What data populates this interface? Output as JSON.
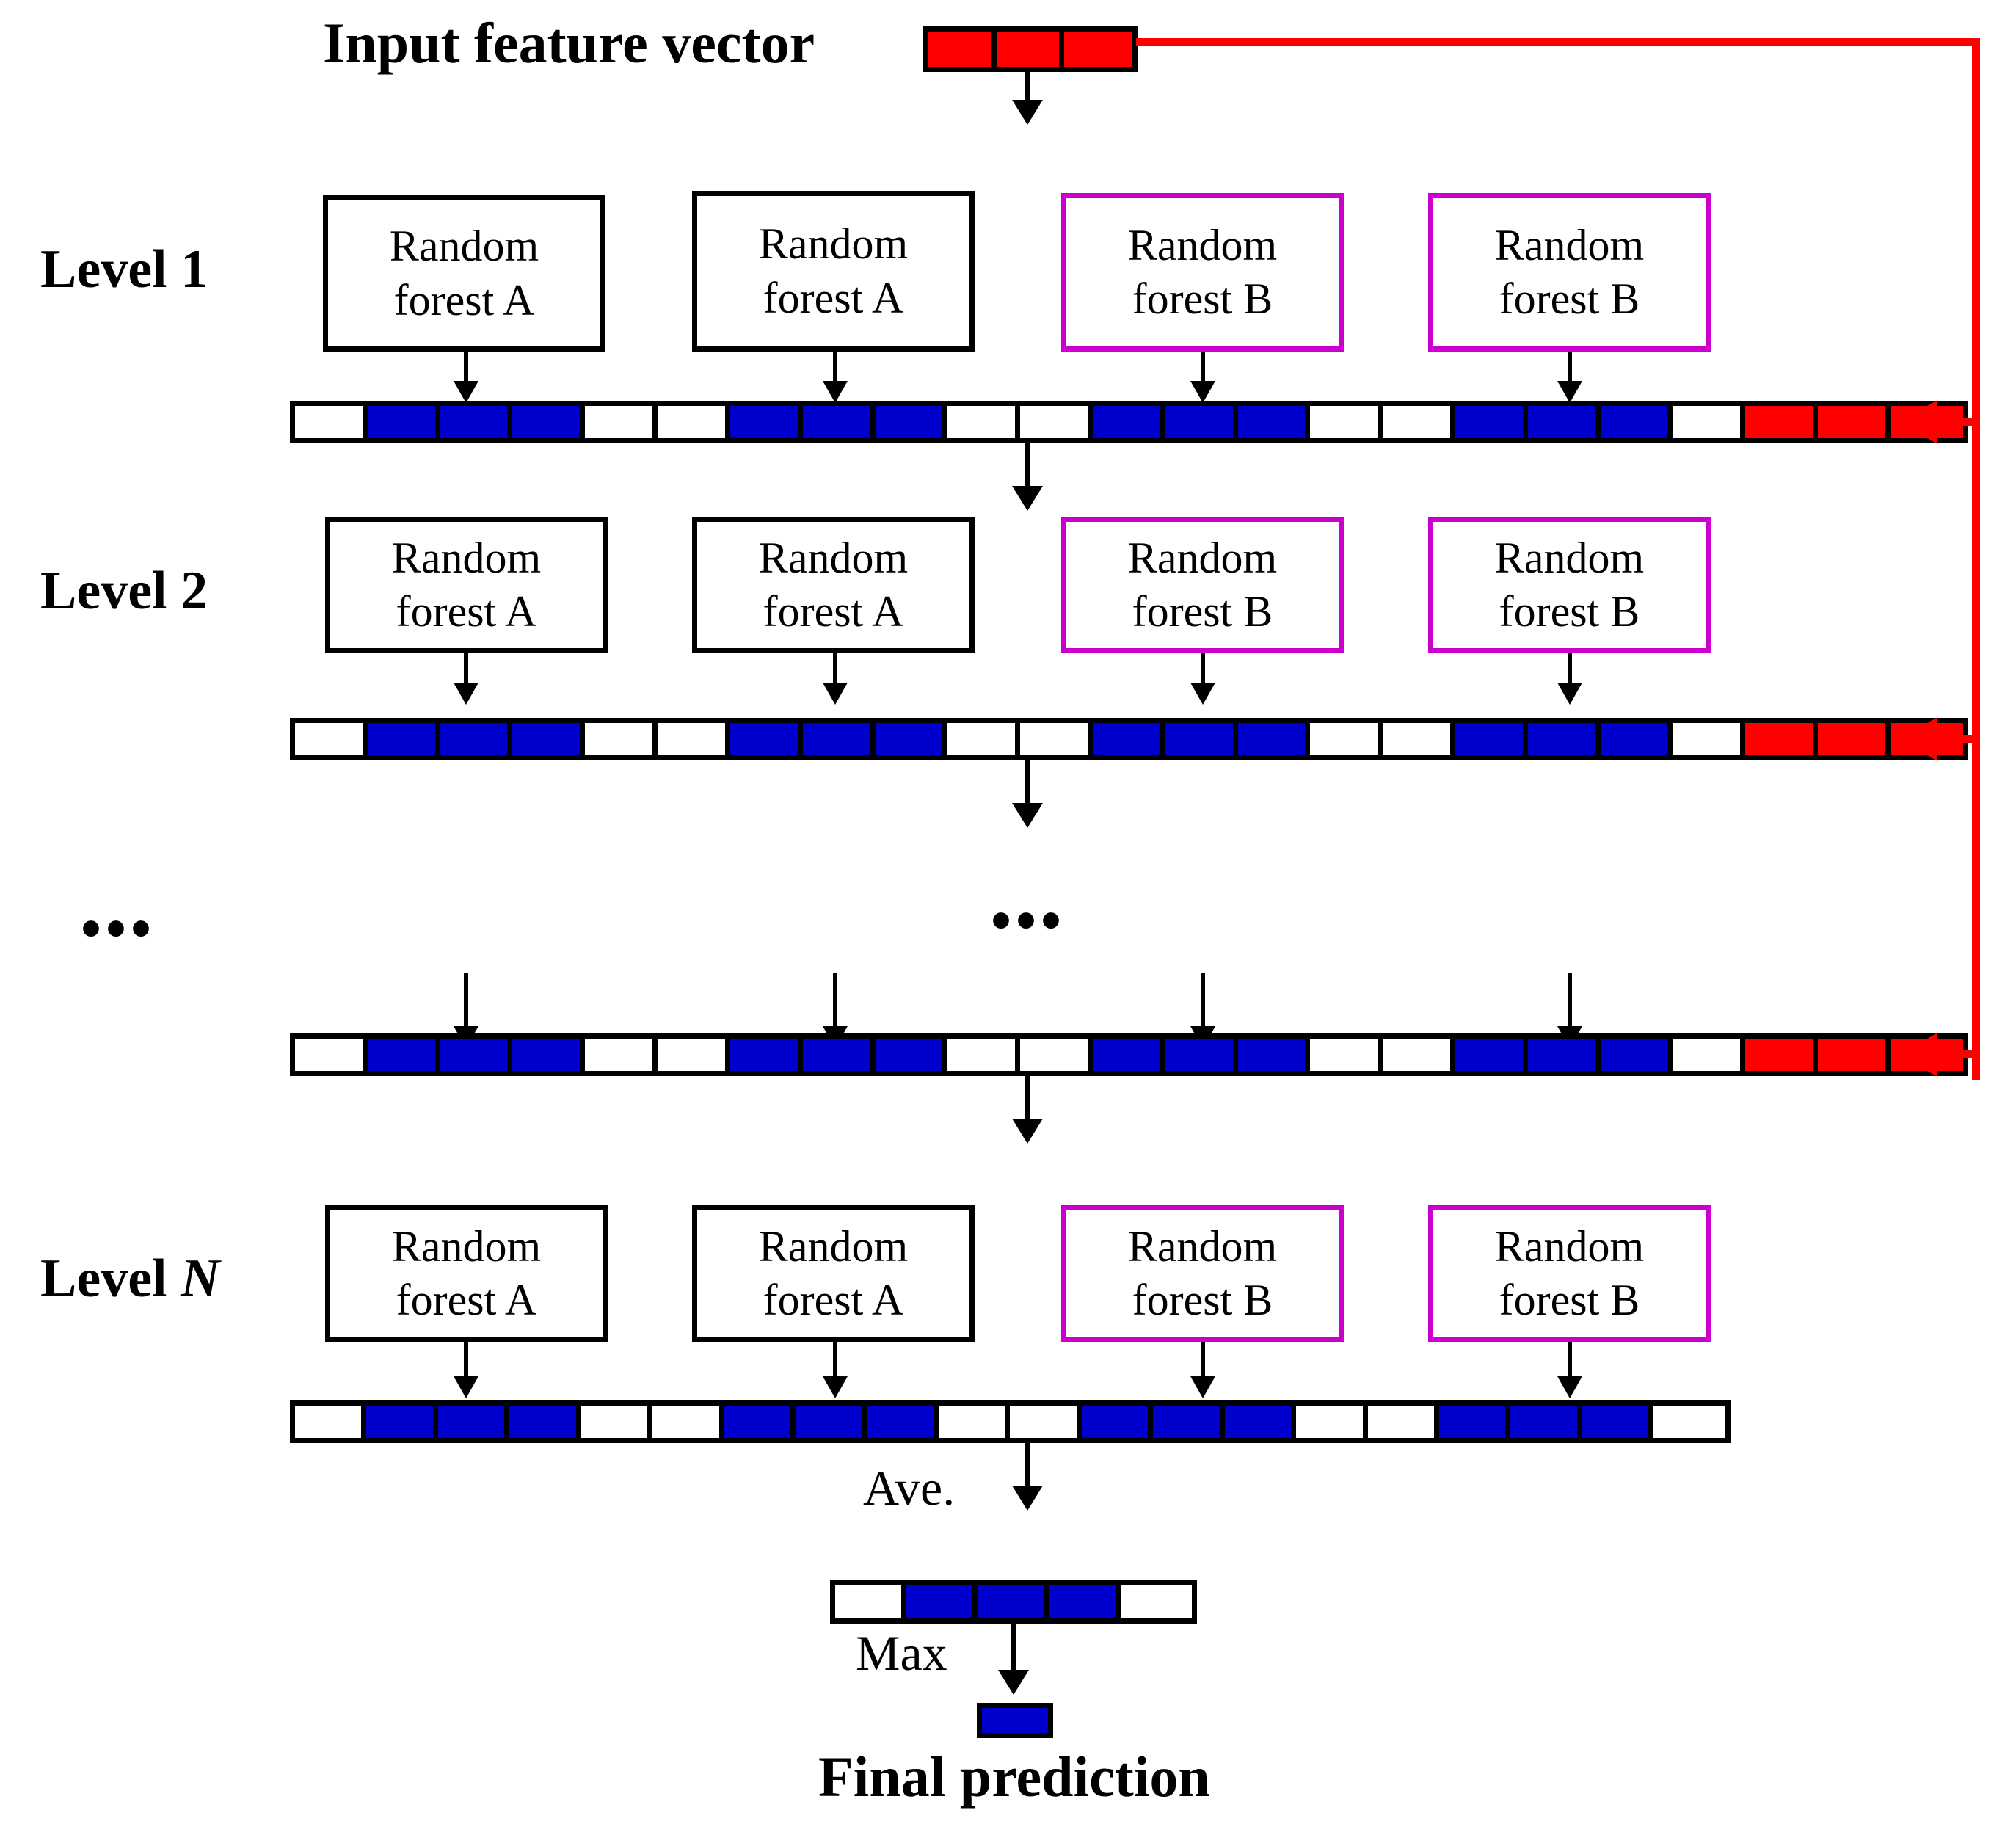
{
  "diagram": {
    "title_top": "Input feature vector",
    "title_bottom": "Final prediction",
    "ellipsis": "•••",
    "colors": {
      "forest_a_border": "#000000",
      "forest_b_border": "#CC00CC",
      "class_probability": "#0000CC",
      "input_feature": "#FF0000",
      "empty_cell": "#FFFFFF"
    },
    "levels": [
      {
        "label_prefix": "Level",
        "label_value": "1",
        "label_italic": false,
        "forests": [
          {
            "line1": "Random",
            "line2": "forest A",
            "type": "A"
          },
          {
            "line1": "Random",
            "line2": "forest A",
            "type": "A"
          },
          {
            "line1": "Random",
            "line2": "forest B",
            "type": "B"
          },
          {
            "line1": "Random",
            "line2": "forest B",
            "type": "B"
          }
        ],
        "vector_cells": [
          "white",
          "blue",
          "blue",
          "blue",
          "white",
          "white",
          "blue",
          "blue",
          "blue",
          "white",
          "white",
          "blue",
          "blue",
          "blue",
          "white",
          "white",
          "blue",
          "blue",
          "blue",
          "white",
          "red",
          "red",
          "red"
        ]
      },
      {
        "label_prefix": "Level",
        "label_value": "2",
        "label_italic": false,
        "forests": [
          {
            "line1": "Random",
            "line2": "forest A",
            "type": "A"
          },
          {
            "line1": "Random",
            "line2": "forest A",
            "type": "A"
          },
          {
            "line1": "Random",
            "line2": "forest B",
            "type": "B"
          },
          {
            "line1": "Random",
            "line2": "forest B",
            "type": "B"
          }
        ],
        "vector_cells": [
          "white",
          "blue",
          "blue",
          "blue",
          "white",
          "white",
          "blue",
          "blue",
          "blue",
          "white",
          "white",
          "blue",
          "blue",
          "blue",
          "white",
          "white",
          "blue",
          "blue",
          "blue",
          "white",
          "red",
          "red",
          "red"
        ]
      },
      {
        "label_prefix": "",
        "label_value": "•••",
        "label_italic": false,
        "forests": [],
        "vector_cells": [
          "white",
          "blue",
          "blue",
          "blue",
          "white",
          "white",
          "blue",
          "blue",
          "blue",
          "white",
          "white",
          "blue",
          "blue",
          "blue",
          "white",
          "white",
          "blue",
          "blue",
          "blue",
          "white",
          "red",
          "red",
          "red"
        ]
      },
      {
        "label_prefix": "Level",
        "label_value": "N",
        "label_italic": true,
        "forests": [
          {
            "line1": "Random",
            "line2": "forest A",
            "type": "A"
          },
          {
            "line1": "Random",
            "line2": "forest A",
            "type": "A"
          },
          {
            "line1": "Random",
            "line2": "forest B",
            "type": "B"
          },
          {
            "line1": "Random",
            "line2": "forest B",
            "type": "B"
          }
        ],
        "vector_cells": [
          "white",
          "blue",
          "blue",
          "blue",
          "white",
          "white",
          "blue",
          "blue",
          "blue",
          "white",
          "white",
          "blue",
          "blue",
          "blue",
          "white",
          "white",
          "blue",
          "blue",
          "blue",
          "white"
        ]
      }
    ],
    "input_vector_cells": [
      "red",
      "red",
      "red"
    ],
    "average_label": "Ave.",
    "average_vector_cells": [
      "white",
      "blue",
      "blue",
      "blue",
      "white"
    ],
    "max_label": "Max",
    "final_vector_cells": [
      "blue"
    ]
  }
}
